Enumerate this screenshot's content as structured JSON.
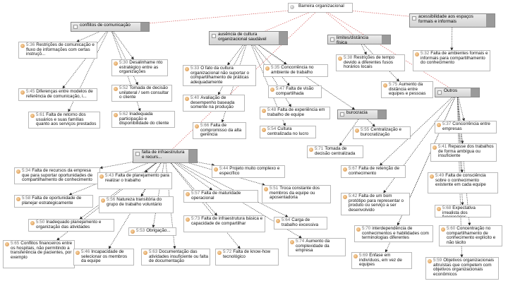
{
  "root": {
    "label": "Barreira organizacional"
  },
  "categories": [
    {
      "id": "c1",
      "label": "conflitos de comunicação"
    },
    {
      "id": "c2",
      "label": "ausência de cultura organizacional saudável"
    },
    {
      "id": "c3",
      "label": "limites/distância física"
    },
    {
      "id": "c4",
      "label": "acessibilidade aos espaços formais e informais"
    },
    {
      "id": "c5",
      "label": "burocracia"
    },
    {
      "id": "c6",
      "label": "Outros"
    },
    {
      "id": "c7",
      "label": "falta de infraestrutura e recurs..."
    }
  ],
  "quotes": [
    {
      "id": "q1",
      "num": "5:36",
      "text": "Restrições de comunicação e fluxo de informações com certas instruçõ..."
    },
    {
      "id": "q2",
      "num": "5:45",
      "text": "Diferenças entre modelos de referência de comunicação, i..."
    },
    {
      "id": "q3",
      "num": "5:61",
      "text": "Falta de retorno dos usuários e suas famílias quanto aos serviços prestados"
    },
    {
      "id": "q4",
      "num": "5:30",
      "text": "Desalinhame nto estratégico entre as organizações"
    },
    {
      "id": "q5",
      "num": "5:52",
      "text": "Tomada de decisão unilateral / sem consultar o cliente"
    },
    {
      "id": "q6",
      "num": "5:62",
      "text": "Inadequada participação e disponibilidade do cliente"
    },
    {
      "id": "q7",
      "num": "5:33",
      "text": "O fato da cultura organizacional não suportar o compartilhamento de práticas adequadamente"
    },
    {
      "id": "q8",
      "num": "5:40",
      "text": "Avaliação de desempenho baseada somente na produção"
    },
    {
      "id": "q9",
      "num": "5:66",
      "text": "Falta de compromisso da alta gerência"
    },
    {
      "id": "q10",
      "num": "5:35",
      "text": "Concorrência no ambiente de trabalho"
    },
    {
      "id": "q11",
      "num": "5:47",
      "text": "Falta de visão compartilhada"
    },
    {
      "id": "q12",
      "num": "5:48",
      "text": "Falta de experiência em trabalho de equipe"
    },
    {
      "id": "q13",
      "num": "5:54",
      "text": "Cultura centralizada no lucro"
    },
    {
      "id": "q14",
      "num": "5:38",
      "text": "Restrições de tempo devido a diferentes fusos horários locais"
    },
    {
      "id": "q15",
      "num": "5:75",
      "text": "Aumento da distância entre equipes e pessoas"
    },
    {
      "id": "q16",
      "num": "5:32",
      "text": "Falta de ambientes formais e informais para compartilhamento do conhecimento"
    },
    {
      "id": "q17",
      "num": "5:55",
      "text": "Centralização e burocratização"
    },
    {
      "id": "q18",
      "num": "5:71",
      "text": "Tomada de decisão centralizada"
    },
    {
      "id": "q19",
      "num": "5:37",
      "text": "Concorrência entre empresas"
    },
    {
      "id": "q20",
      "num": "5:41",
      "text": "Repasse dos trabalhos de forma ambígua ou insuficiente"
    },
    {
      "id": "q21",
      "num": "5:67",
      "text": "Falta de retenção de conhecimento"
    },
    {
      "id": "q22",
      "num": "5:49",
      "text": "Falta de consciência sobre o conhecimento existente em cada equipe"
    },
    {
      "id": "q23",
      "num": "5:42",
      "text": "Falta de um bom protótipo para representar o produto ou serviço a ser desenvolvido"
    },
    {
      "id": "q24",
      "num": "5:68",
      "text": "Expectativa irrealista dos funcionários"
    },
    {
      "id": "q25",
      "num": "5:70",
      "text": "interdependência de conhecimentos e habilidades com terminologias diferentes"
    },
    {
      "id": "q26",
      "num": "5:60",
      "text": "Concentração no compartilhamento de conhecimento explícito e não tácito"
    },
    {
      "id": "q27",
      "num": "5:69",
      "text": "Ênfase em indivíduos, em vez de equipes"
    },
    {
      "id": "q28",
      "num": "5:59",
      "text": "Objetivos organizacionais altruístas que competem com objetivos organizacionais econômicos"
    },
    {
      "id": "q29",
      "num": "5:34",
      "text": "Falta de recursos da empresa que para suportar oportunidades de compartilhamento de conhecimento"
    },
    {
      "id": "q30",
      "num": "5:58",
      "text": "Falta de oportunidade de planejar estrategicamente"
    },
    {
      "id": "q31",
      "num": "5:43",
      "text": "Falta de planejamento para realizar o trabalho"
    },
    {
      "id": "q32",
      "num": "5:56",
      "text": "Natureza transitória do grupo de trabalho voluntário"
    },
    {
      "id": "q33",
      "num": "5:50",
      "text": "Inadequado planejamento e organização das atividades"
    },
    {
      "id": "q34",
      "num": "5:53",
      "text": "Obrigação..."
    },
    {
      "id": "q35",
      "num": "5:65",
      "text": "Conflitos financeiros entre os hospitais, não permitindo a transferência de pacientes, por exemplo"
    },
    {
      "id": "q36",
      "num": "5:46",
      "text": "Incapacidade de selecionar os membros da equipe"
    },
    {
      "id": "q37",
      "num": "5:63",
      "text": "Documentação das atividades insuficiente ou falta de documentação"
    },
    {
      "id": "q38",
      "num": "5:57",
      "text": "Falta de maturidade operacional"
    },
    {
      "id": "q39",
      "num": "5:73",
      "text": "Falta de infraestrutura básica e capacidade de compartilhar"
    },
    {
      "id": "q40",
      "num": "5:72",
      "text": "Falta de know-how tecnológico"
    },
    {
      "id": "q41",
      "num": "5:44",
      "text": "Projeto muito complexo e específico"
    },
    {
      "id": "q42",
      "num": "5:51",
      "text": "Troca constante dos membros da equipe ou aposentadoria"
    },
    {
      "id": "q43",
      "num": "5:64",
      "text": "Carga de trabalho excessiva"
    },
    {
      "id": "q44",
      "num": "5:74",
      "text": "Aumento da complexidade da empresa"
    }
  ],
  "colors": {
    "root_edge": "#d45a5a",
    "edge": "#2b2b2b",
    "category_fill": "#dcdcdc",
    "quote_icon": "#e0a060"
  }
}
